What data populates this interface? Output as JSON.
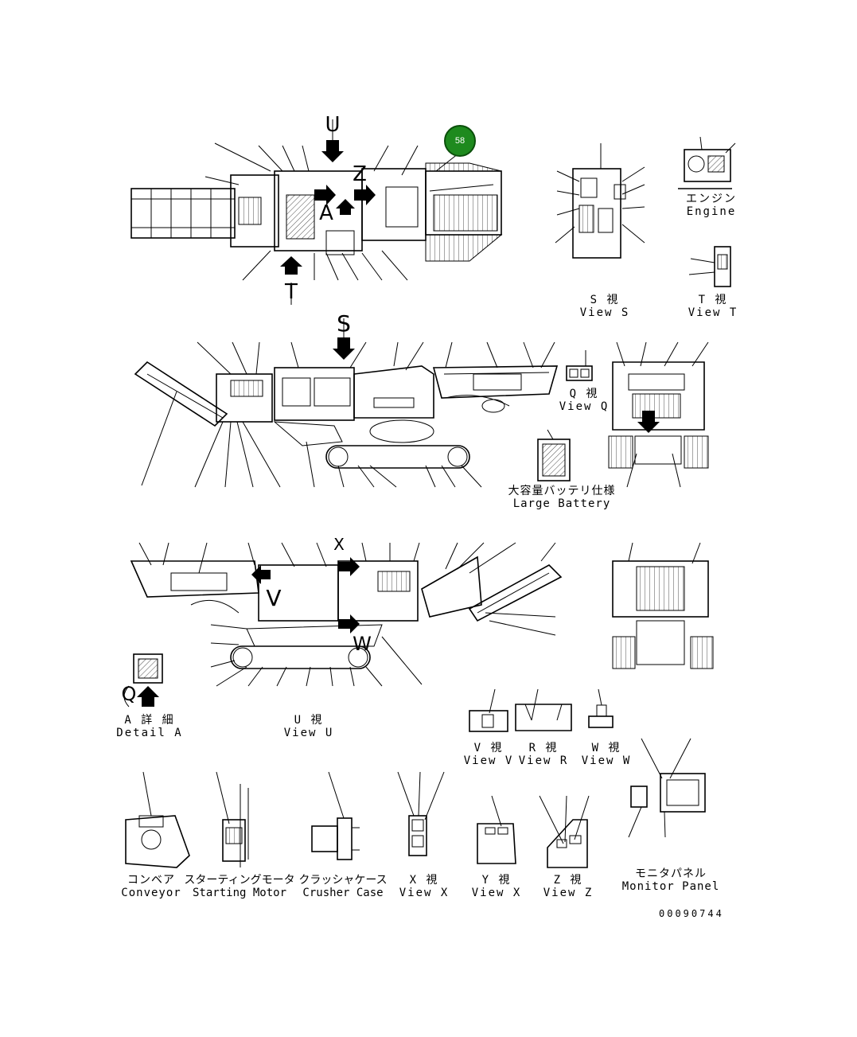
{
  "callout": {
    "number": "58",
    "color": "#1e8a1e"
  },
  "view_letters": {
    "u": "U",
    "z": "Z",
    "a": "A",
    "t": "T",
    "s": "S",
    "x": "X",
    "v": "V",
    "w": "W",
    "q": "Q"
  },
  "labels": {
    "engine": {
      "jp": "エンジン",
      "en": "Engine"
    },
    "view_s": {
      "jp": "S 視",
      "en": "View S"
    },
    "view_t": {
      "jp": "T 視",
      "en": "View T"
    },
    "view_q": {
      "jp": "Q 視",
      "en": "View Q"
    },
    "large_battery": {
      "jp": "大容量バッテリ仕様",
      "en": "Large Battery"
    },
    "detail_a": {
      "jp": "A 詳 細",
      "en": "Detail A"
    },
    "view_u": {
      "jp": "U 視",
      "en": "View U"
    },
    "view_v": {
      "jp": "V 視",
      "en": "View V"
    },
    "view_r": {
      "jp": "R 視",
      "en": "View R"
    },
    "view_w": {
      "jp": "W 視",
      "en": "View W"
    },
    "conveyor": {
      "jp": "コンベア",
      "en": "Conveyor"
    },
    "starting_motor": {
      "jp": "スターティングモータ",
      "en": "Starting Motor"
    },
    "crusher_case": {
      "jp": "クラッシャケース",
      "en": "Crusher Case"
    },
    "view_x": {
      "jp": "X 視",
      "en": "View X"
    },
    "view_y": {
      "jp": "Y 視",
      "en": "View X"
    },
    "view_z": {
      "jp": "Z 視",
      "en": "View Z"
    },
    "monitor_panel": {
      "jp": "モニタパネル",
      "en": "Monitor Panel"
    }
  },
  "document_number": "00090744"
}
